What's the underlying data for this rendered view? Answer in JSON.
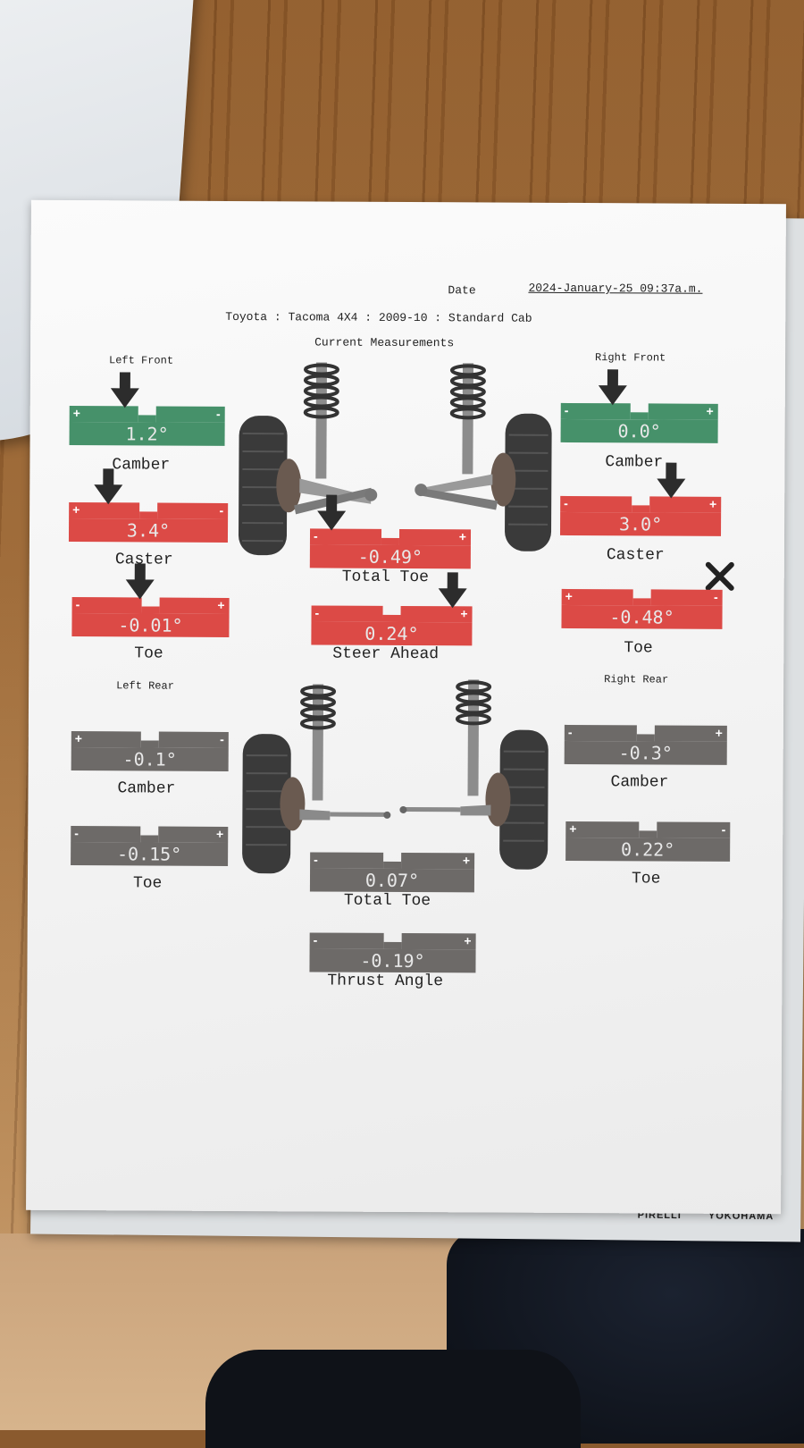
{
  "header": {
    "date_label": "Date",
    "date_value": "2024-January-25 09:37a.m.",
    "vehicle": "Toyota : Tacoma 4X4 : 2009-10 : Standard Cab",
    "section_title": "Current Measurements"
  },
  "corners": {
    "left_front": "Left Front",
    "right_front": "Right Front",
    "left_rear": "Left Rear",
    "right_rear": "Right Rear"
  },
  "front": {
    "left_camber": {
      "value": "1.2°",
      "label": "Camber",
      "color": "#46916a",
      "left_sign": "+",
      "right_sign": "-"
    },
    "left_caster": {
      "value": "3.4°",
      "label": "Caster",
      "color": "#dc4a46",
      "left_sign": "+",
      "right_sign": "-"
    },
    "left_toe": {
      "value": "-0.01°",
      "label": "Toe",
      "color": "#dc4a46",
      "left_sign": "-",
      "right_sign": "+"
    },
    "total_toe": {
      "value": "-0.49°",
      "label": "Total Toe",
      "color": "#dc4a46",
      "left_sign": "-",
      "right_sign": "+"
    },
    "steer_ahead": {
      "value": "0.24°",
      "label": "Steer Ahead",
      "color": "#dc4a46",
      "left_sign": "-",
      "right_sign": "+"
    },
    "right_camber": {
      "value": "0.0°",
      "label": "Camber",
      "color": "#46916a",
      "left_sign": "-",
      "right_sign": "+"
    },
    "right_caster": {
      "value": "3.0°",
      "label": "Caster",
      "color": "#dc4a46",
      "left_sign": "-",
      "right_sign": "+"
    },
    "right_toe": {
      "value": "-0.48°",
      "label": "Toe",
      "color": "#dc4a46",
      "left_sign": "+",
      "right_sign": "-"
    }
  },
  "rear": {
    "left_camber": {
      "value": "-0.1°",
      "label": "Camber",
      "color": "#6d6a68",
      "left_sign": "+",
      "right_sign": "-"
    },
    "left_toe": {
      "value": "-0.15°",
      "label": "Toe",
      "color": "#6d6a68",
      "left_sign": "-",
      "right_sign": "+"
    },
    "total_toe": {
      "value": "0.07°",
      "label": "Total Toe",
      "color": "#6d6a68",
      "left_sign": "-",
      "right_sign": "+"
    },
    "thrust_angle": {
      "value": "-0.19°",
      "label": "Thrust Angle",
      "color": "#6d6a68",
      "left_sign": "-",
      "right_sign": "+"
    },
    "right_camber": {
      "value": "-0.3°",
      "label": "Camber",
      "color": "#6d6a68",
      "left_sign": "-",
      "right_sign": "+"
    },
    "right_toe": {
      "value": "0.22°",
      "label": "Toe",
      "color": "#6d6a68",
      "left_sign": "+",
      "right_sign": "-"
    }
  },
  "icons": {
    "indicator": "down-arrow-icon",
    "out_of_spec": "x-mark-icon",
    "suspension": "wheel-suspension-illustration"
  },
  "footer_brands": [
    "PIRELLI",
    "YOKOHAMA"
  ]
}
